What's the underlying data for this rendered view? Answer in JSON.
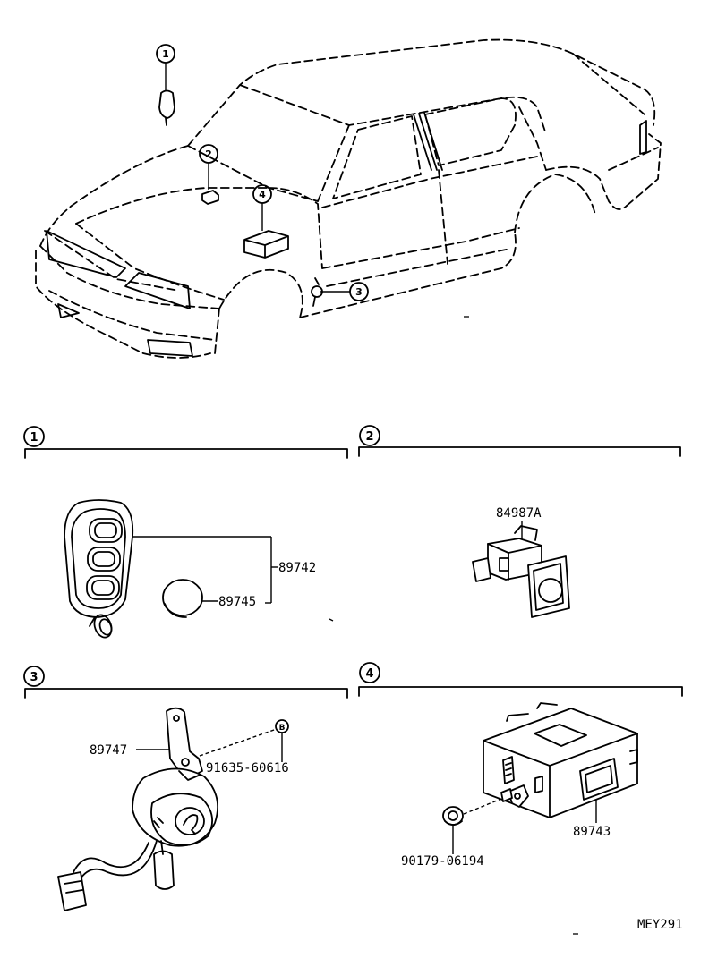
{
  "callouts": {
    "c1": "1",
    "c2": "2",
    "c3": "3",
    "c4": "4"
  },
  "sections": {
    "s1": "1",
    "s2": "2",
    "s3": "3",
    "s4": "4"
  },
  "parts": {
    "p89742": "89742",
    "p89745": "89745",
    "p84987A": "84987A",
    "p89747": "89747",
    "p91635": "91635-60616",
    "p89743": "89743",
    "p90179": "90179-06194"
  },
  "bolt_marker": "B",
  "diagram_code": "MEY291"
}
